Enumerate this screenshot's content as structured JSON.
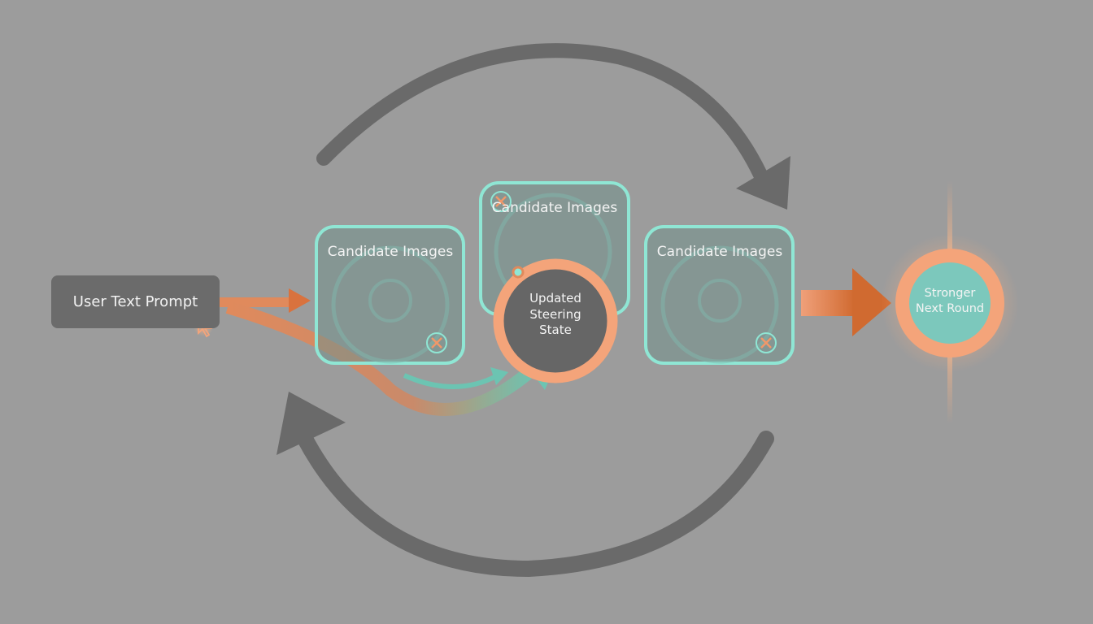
{
  "prompt": {
    "label": "User Text Prompt"
  },
  "candidates": [
    {
      "label": "Candidate Images"
    },
    {
      "label": "Candidate Images"
    },
    {
      "label": "Candidate Images"
    }
  ],
  "steering": {
    "label": "Updated Steering State"
  },
  "result": {
    "label": "Stronger Next Round"
  },
  "colors": {
    "teal": "#8fe6d4",
    "orange": "#f4a47a",
    "arc": "#6a6a6a",
    "background": "#9c9c9c"
  }
}
